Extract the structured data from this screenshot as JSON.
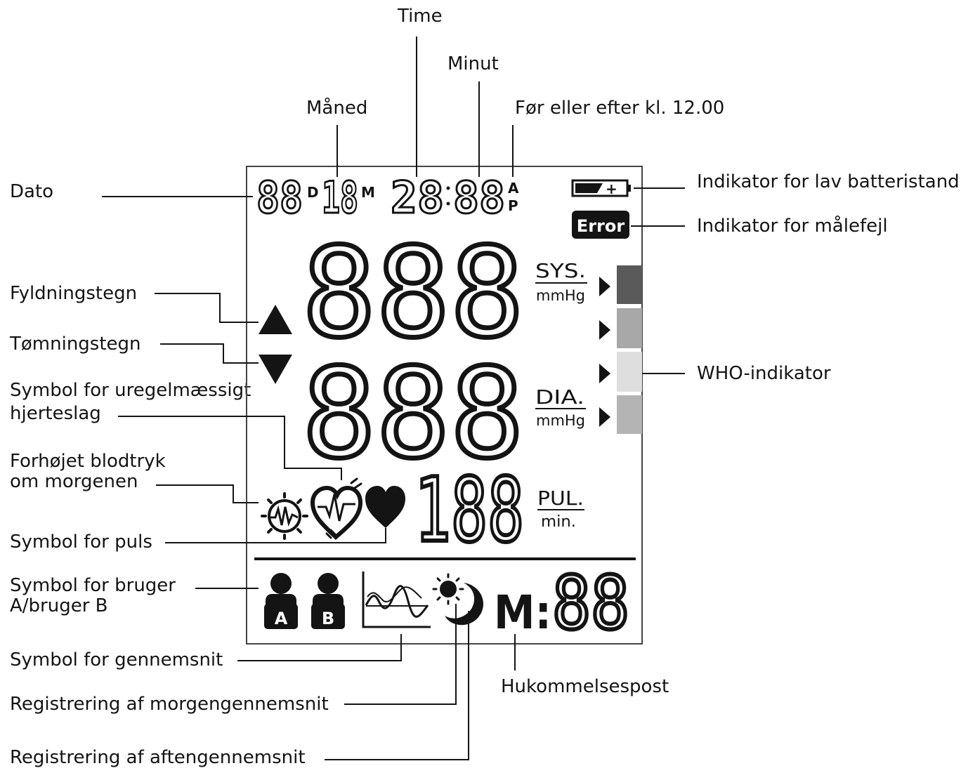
{
  "labels": {
    "time": "Time",
    "minut": "Minut",
    "maaned": "Måned",
    "ampm": "Før eller efter kl. 12.00",
    "dato": "Dato",
    "battery": "Indikator for lav batteristand",
    "error_ind": "Indikator for målefejl",
    "fyld": "Fyldningstegn",
    "toem": "Tømningstegn",
    "irregular_l1": "Symbol for uregelmæssigt",
    "irregular_l2": "hjerteslag",
    "morning_l1": "Forhøjet blodtryk",
    "morning_l2": "om morgenen",
    "who": "WHO-indikator",
    "pulse": "Symbol for puls",
    "user_l1": "Symbol for bruger",
    "user_l2": "A/bruger B",
    "average": "Symbol for gennemsnit",
    "memory": "Hukommelsespost",
    "morning_avg": "Registrering af morgengennemsnit",
    "evening_avg": "Registrering af aftengennemsnit"
  },
  "display": {
    "date_digits": "88",
    "date_d": "D",
    "month_digits": "18",
    "month_m": "M",
    "hour_digits": "28",
    "minute_digits": "88",
    "am": "A",
    "pm": "P",
    "error": "Error",
    "sys_digits": "888",
    "dia_digits": "888",
    "pul_digits": "188",
    "sys": "SYS.",
    "sys_unit": "mmHg",
    "dia": "DIA.",
    "dia_unit": "mmHg",
    "pul": "PUL.",
    "pul_unit": "min.",
    "user_a": "A",
    "user_b": "B",
    "mem_m": "M:",
    "mem_digits": "88"
  },
  "colors": {
    "ink": "#141414",
    "who_1": "#5a5a5a",
    "who_2": "#a8a8a8",
    "who_3": "#dedede",
    "who_4": "#b4b4b4"
  }
}
